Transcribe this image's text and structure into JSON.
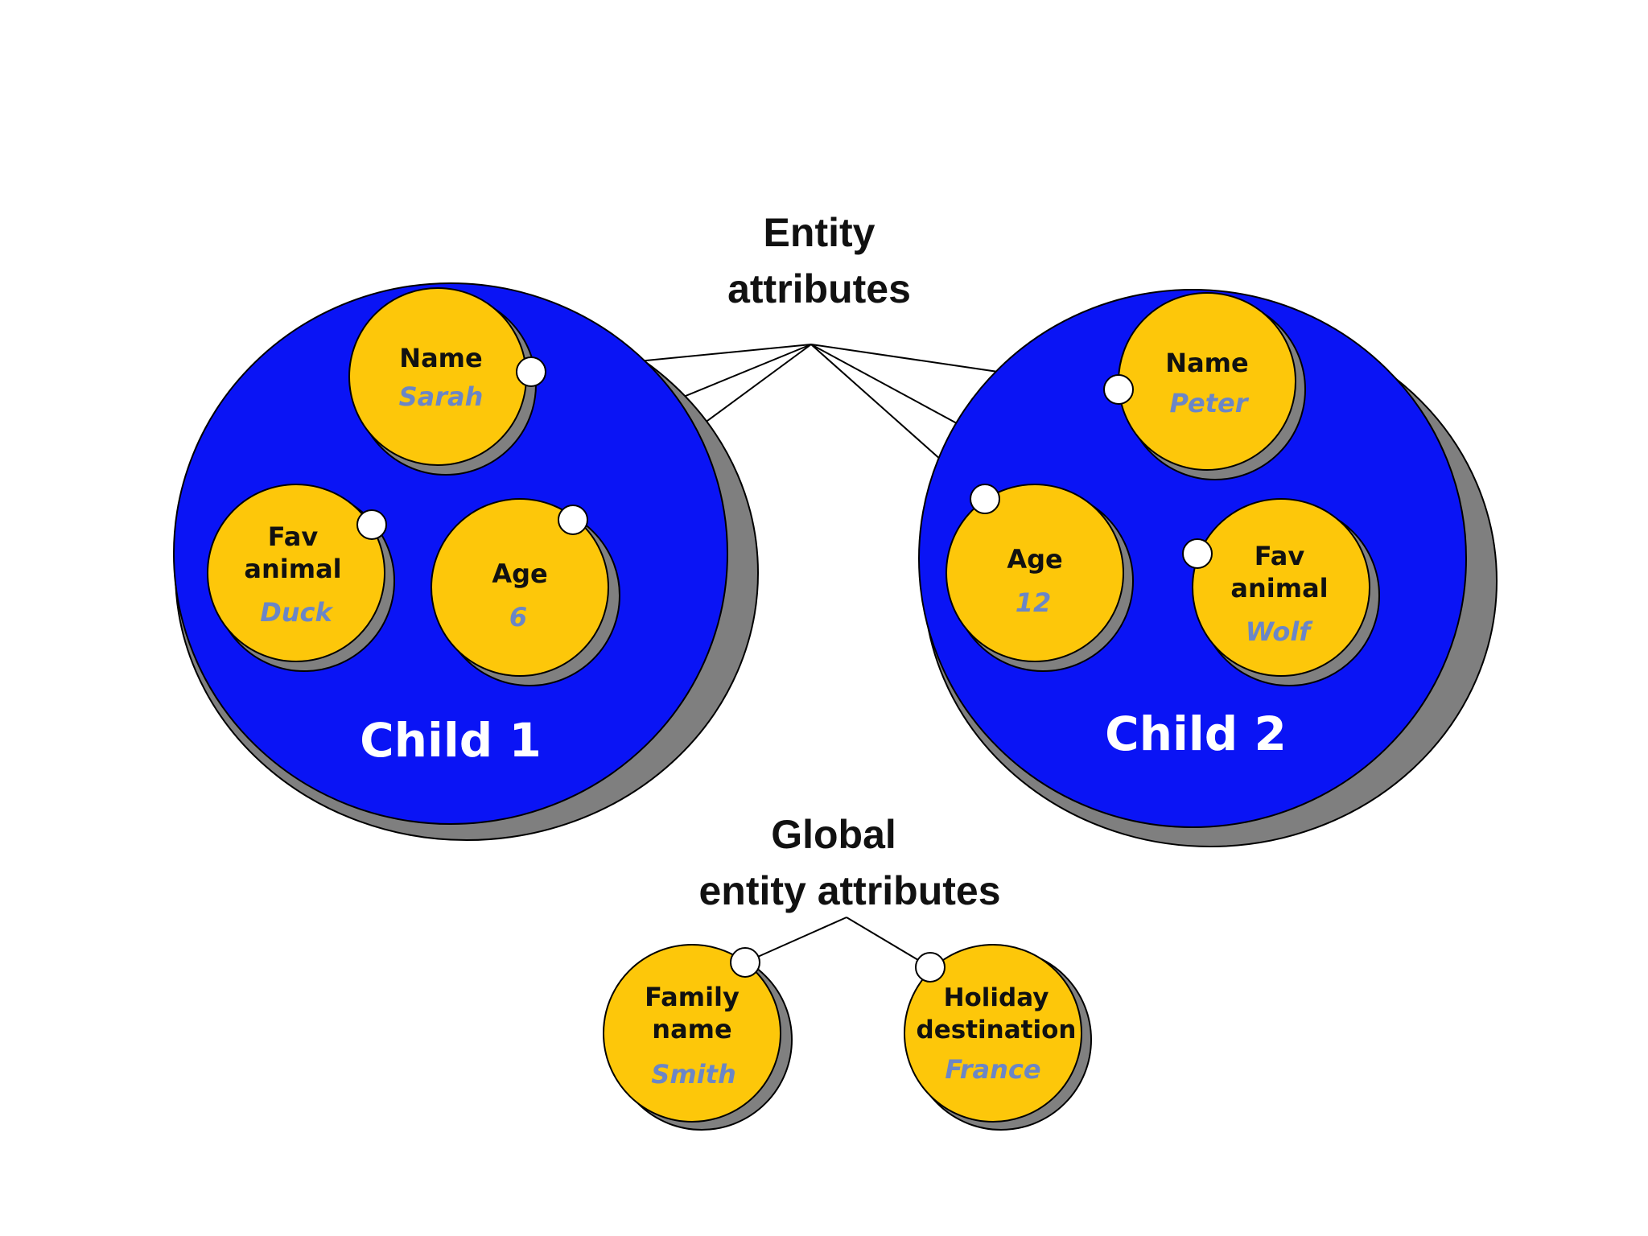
{
  "colors": {
    "entity_fill": "#0a14f5",
    "entity_shadow": "#7f7f7f",
    "attribute_fill": "#fdc70a",
    "attribute_shadow": "#808080",
    "value_text": "#6b86c6",
    "node": "#ffffff"
  },
  "entity_attributes_label": [
    "Entity",
    "attributes"
  ],
  "global_attributes_label": [
    "Global",
    "entity attributes"
  ],
  "entities": [
    {
      "label": "Child 1",
      "attributes": [
        {
          "label": [
            "Name"
          ],
          "value": "Sarah"
        },
        {
          "label": [
            "Fav",
            "animal"
          ],
          "value": "Duck"
        },
        {
          "label": [
            "Age"
          ],
          "value": "6"
        }
      ]
    },
    {
      "label": "Child 2",
      "attributes": [
        {
          "label": [
            "Name"
          ],
          "value": "Peter"
        },
        {
          "label": [
            "Age"
          ],
          "value": "12"
        },
        {
          "label": [
            "Fav",
            "animal"
          ],
          "value": "Wolf"
        }
      ]
    }
  ],
  "global_attributes": [
    {
      "label": [
        "Family",
        "name"
      ],
      "value": "Smith"
    },
    {
      "label": [
        "Holiday",
        "destination"
      ],
      "value": "France"
    }
  ]
}
